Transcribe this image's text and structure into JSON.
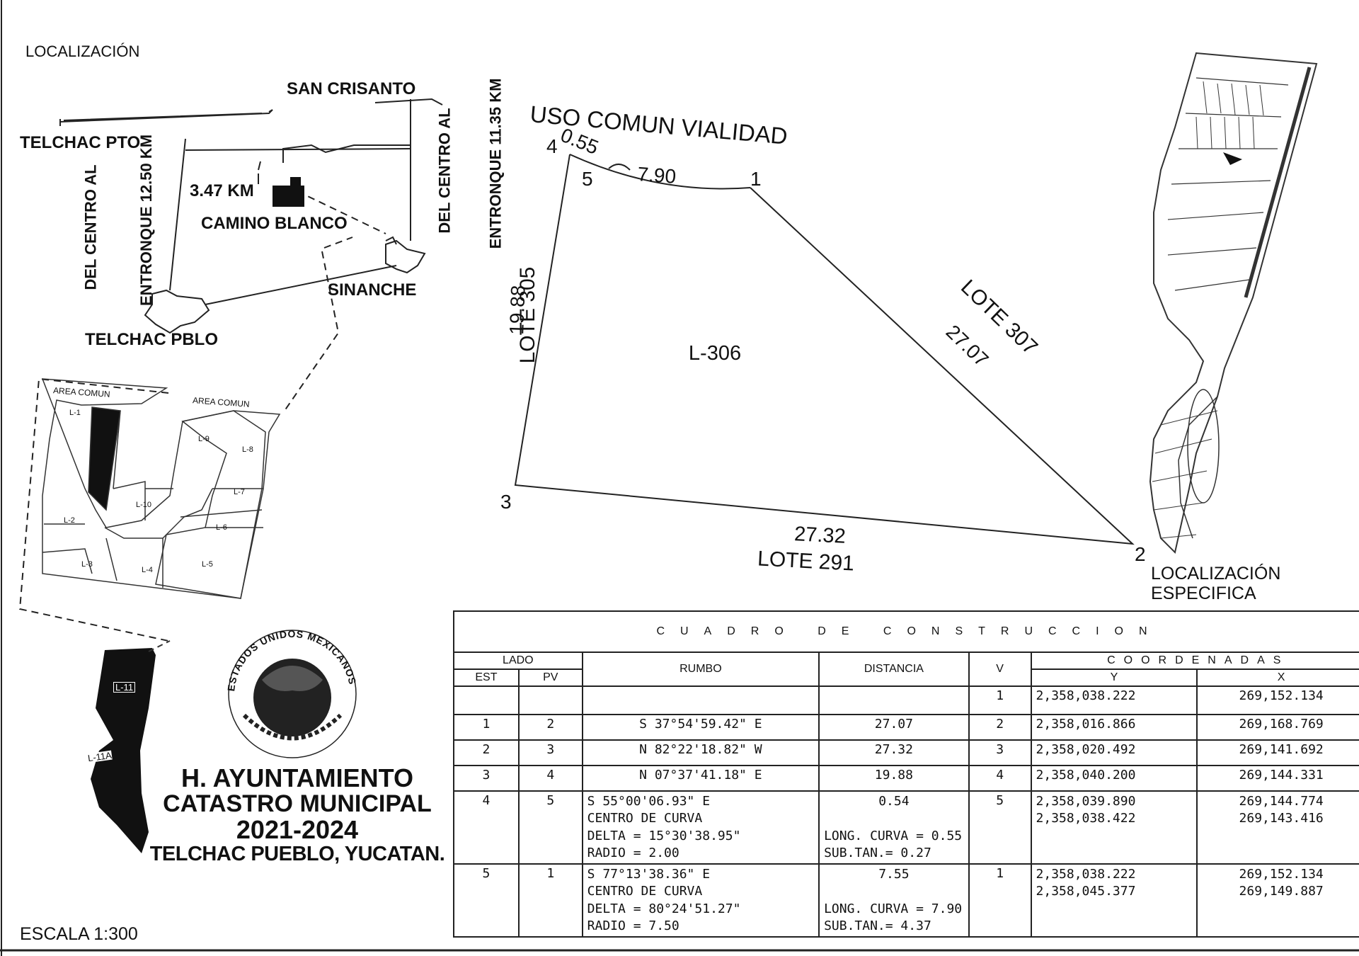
{
  "header": {
    "locator_title": "LOCALIZACIÓN"
  },
  "locator_map": {
    "places": {
      "san_crisanto": "SAN CRISANTO",
      "telchac_pto": "TELCHAC PTO",
      "camino_blanco": "CAMINO BLANCO",
      "sinanche": "SINANCHE",
      "telchac_pblo": "TELCHAC PBLO"
    },
    "distance_left": "DEL CENTRO AL ENTRONQUE 12.50 KM",
    "distance_left_l1": "DEL CENTRO AL",
    "distance_left_l2": "ENTRONQUE 12.50 KM",
    "distance_right_l1": "DEL CENTRO AL",
    "distance_right_l2": "ENTRONQUE 11.35 KM",
    "distance_short": "3.47 KM"
  },
  "lot_map": {
    "area_comun_1": "AREA COMUN",
    "area_comun_2": "AREA COMUN",
    "lots": [
      "L-1",
      "L-2",
      "L-3",
      "L-4",
      "L-5",
      "L-6",
      "L-7",
      "L-8",
      "L-9",
      "L-10"
    ],
    "lot_11": "L-11",
    "lot_11a": "L-11A"
  },
  "plan": {
    "top_label": "USO COMUN VIALIDAD",
    "lot_name": "L-306",
    "left_neighbor": "LOTE 305",
    "right_neighbor": "LOTE 307",
    "bottom_neighbor": "LOTE 291",
    "side_left": "19.88",
    "side_right": "27.07",
    "side_bottom": "27.32",
    "arc_short": "0.55",
    "arc_long": "7.90",
    "vertices": [
      "1",
      "2",
      "3",
      "4",
      "5"
    ]
  },
  "specific_location": {
    "line1": "LOCALIZACIÓN",
    "line2": "ESPECIFICA"
  },
  "scale": "ESCALA 1:300",
  "seal_text": "ESTADOS UNIDOS MEXICANOS",
  "title_block": {
    "line1": "H. AYUNTAMIENTO",
    "line2": "CATASTRO MUNICIPAL",
    "line3": "2021-2024",
    "line4": "TELCHAC PUEBLO, YUCATAN."
  },
  "table": {
    "caption": "CUADRO DE CONSTRUCCION",
    "headers": {
      "lado": "LADO",
      "est": "EST",
      "pv": "PV",
      "rumbo": "RUMBO",
      "distancia": "DISTANCIA",
      "v": "V",
      "coordenadas": "COORDENADAS",
      "y": "Y",
      "x": "X"
    },
    "row0": {
      "v": "1",
      "y": "2,358,038.222",
      "x": "269,152.134"
    },
    "rows": [
      {
        "est": "1",
        "pv": "2",
        "rumbo": "S 37°54'59.42\" E",
        "dist": "27.07",
        "v": "2",
        "y": "2,358,016.866",
        "x": "269,168.769"
      },
      {
        "est": "2",
        "pv": "3",
        "rumbo": "N 82°22'18.82\" W",
        "dist": "27.32",
        "v": "3",
        "y": "2,358,020.492",
        "x": "269,141.692"
      },
      {
        "est": "3",
        "pv": "4",
        "rumbo": "N 07°37'41.18\" E",
        "dist": "19.88",
        "v": "4",
        "y": "2,358,040.200",
        "x": "269,144.331"
      }
    ],
    "curve_rows": [
      {
        "est": "4",
        "pv": "5",
        "rumbo": "S 55°00'06.93\" E",
        "centro": "CENTRO DE CURVA",
        "delta": "DELTA = 15°30'38.95\"",
        "radio": "RADIO = 2.00",
        "dist": "0.54",
        "long": "LONG. CURVA = 0.55",
        "subtan": "SUB.TAN.= 0.27",
        "v": "5",
        "y1": "2,358,039.890",
        "y2": "2,358,038.422",
        "x1": "269,144.774",
        "x2": "269,143.416"
      },
      {
        "est": "5",
        "pv": "1",
        "rumbo": "S 77°13'38.36\" E",
        "centro": "CENTRO DE CURVA",
        "delta": "DELTA = 80°24'51.27\"",
        "radio": "RADIO = 7.50",
        "dist": "7.55",
        "long": "LONG. CURVA = 7.90",
        "subtan": "SUB.TAN.= 4.37",
        "v": "1",
        "y1": "2,358,038.222",
        "y2": "2,358,045.377",
        "x1": "269,152.134",
        "x2": "269,149.887"
      }
    ]
  }
}
